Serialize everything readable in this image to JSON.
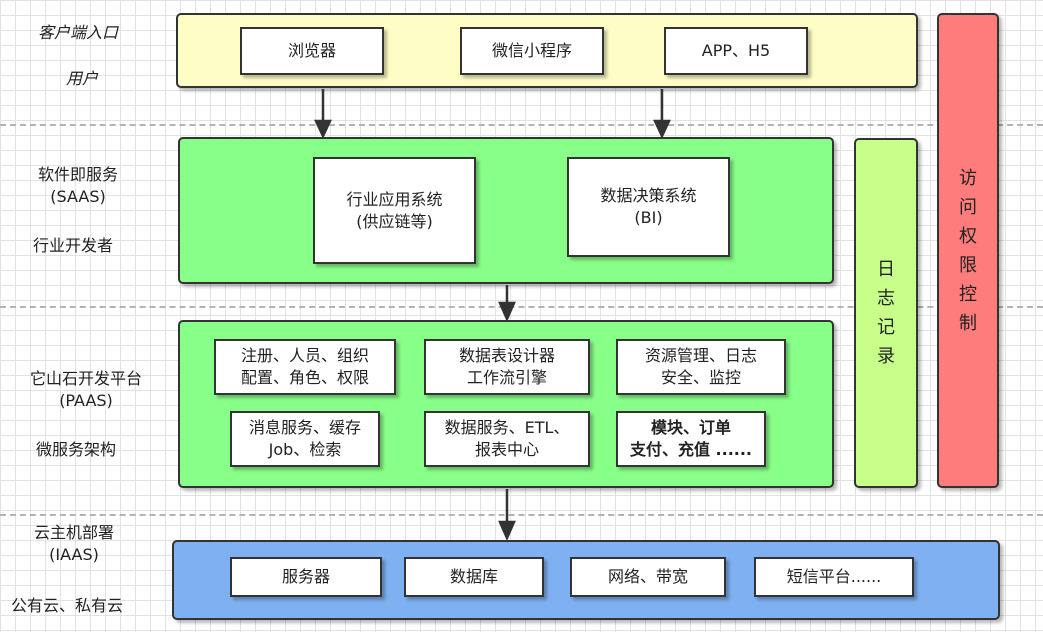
{
  "colors": {
    "client_panel": "#fdfdc5",
    "saas_panel": "#88ff88",
    "paas_panel": "#88ff88",
    "iaas_panel": "#7fb1f2",
    "log_panel": "#c7ff8a",
    "access_panel": "#ff7c7c",
    "arrow": "#333333",
    "divider": "#b3b3b3"
  },
  "side_labels": {
    "client_entry": "客户端入口",
    "user": "用户",
    "saas_line1": "软件即服务",
    "saas_line2": "(SAAS)",
    "industry_dev": "行业开发者",
    "paas_line1": "它山石开发平台",
    "paas_line2": "(PAAS)",
    "microservice": "微服务架构",
    "iaas_line1": "云主机部署",
    "iaas_line2": "(IAAS)",
    "cloud": "公有云、私有云"
  },
  "client": {
    "browser": "浏览器",
    "mini_program": "微信小程序",
    "app_h5": "APP、H5"
  },
  "saas": {
    "industry_app_line1": "行业应用系统",
    "industry_app_line2": "(供应链等)",
    "data_decision_line1": "数据决策系统",
    "data_decision_line2": "(BI)"
  },
  "paas": {
    "reg_line1": "注册、人员、组织",
    "reg_line2": "配置、角色、权限",
    "table_line1": "数据表设计器",
    "table_line2": "工作流引擎",
    "res_line1": "资源管理、日志",
    "res_line2": "安全、监控",
    "msg_line1": "消息服务、缓存",
    "msg_line2": "Job、检索",
    "data_line1": "数据服务、ETL、",
    "data_line2": "报表中心",
    "module_line1": "模块、订单",
    "module_line2": "支付、充值 ......"
  },
  "iaas": {
    "server": "服务器",
    "database": "数据库",
    "network": "网络、带宽",
    "sms": "短信平台......"
  },
  "log_record": [
    "日",
    "志",
    "记",
    "录"
  ],
  "access_control": [
    "访",
    "问",
    "权",
    "限",
    "控",
    "制"
  ]
}
